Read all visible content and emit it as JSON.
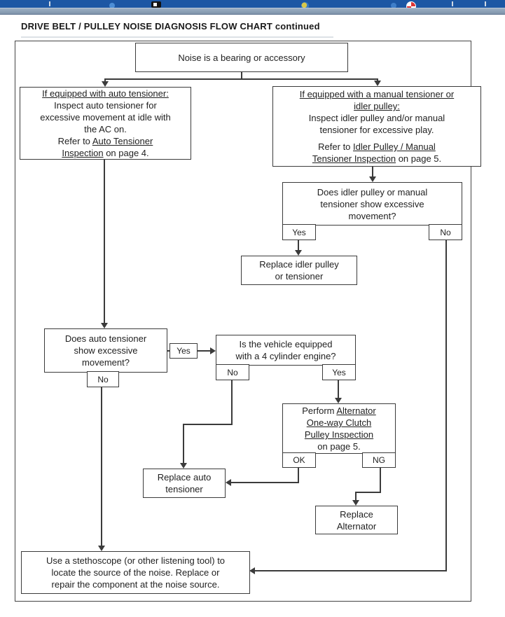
{
  "page": {
    "title": "DRIVE BELT / PULLEY NOISE DIAGNOSIS FLOW CHART continued"
  },
  "toolbar": {
    "icons": [
      "separator-tick",
      "dot-icon",
      "document-icon",
      "globe-icon",
      "dot-icon",
      "lifebuoy-icon",
      "separator-tick",
      "separator-tick"
    ]
  },
  "chart": {
    "noise": {
      "text": "Noise is a bearing or accessory"
    },
    "auto": {
      "l1": "If equipped with auto tensioner:",
      "l2": "Inspect auto tensioner for",
      "l3": "excessive movement at idle with",
      "l4": "the AC on.",
      "l5a": "Refer to ",
      "l5b": "Auto Tensioner",
      "l6a": "Inspection",
      "l6b": " on page 4."
    },
    "manual": {
      "l1": "If equipped with a manual tensioner or",
      "l2": "idler pulley:",
      "l3": "Inspect idler pulley and/or manual",
      "l4": "tensioner for excessive play.",
      "l5a": "Refer to ",
      "l5b": "Idler Pulley / Manual",
      "l6a": "Tensioner Inspection",
      "l6b": " on page 5."
    },
    "idlerq": {
      "l1": "Does idler pulley or manual",
      "l2": "tensioner show excessive",
      "l3": "movement?"
    },
    "replace_idler": {
      "l1": "Replace idler pulley",
      "l2": "or tensioner"
    },
    "autoq": {
      "l1": "Does auto tensioner",
      "l2": "show excessive",
      "l3": "movement?"
    },
    "cylq": {
      "l1": "Is the vehicle equipped",
      "l2": "with a 4 cylinder engine?"
    },
    "perform": {
      "l1a": "Perform ",
      "l1b": "Alternator",
      "l2": "One-way Clutch",
      "l3": "Pulley Inspection",
      "l4": "on page 5."
    },
    "replace_auto": {
      "l1": "Replace auto",
      "l2": "tensioner"
    },
    "replace_alt": {
      "l1": "Replace",
      "l2": "Alternator"
    },
    "steth": {
      "l1": "Use a stethoscope (or other listening tool) to",
      "l2": "locate the source of the noise. Replace or",
      "l3": "repair the component at the noise source."
    },
    "labels": {
      "yes": "Yes",
      "no": "No",
      "ok": "OK",
      "ng": "NG"
    }
  },
  "colors": {
    "toolbar_blue": "#1c57a4",
    "toolbar_strip": "#8598af",
    "line": "#3b3b3b"
  }
}
